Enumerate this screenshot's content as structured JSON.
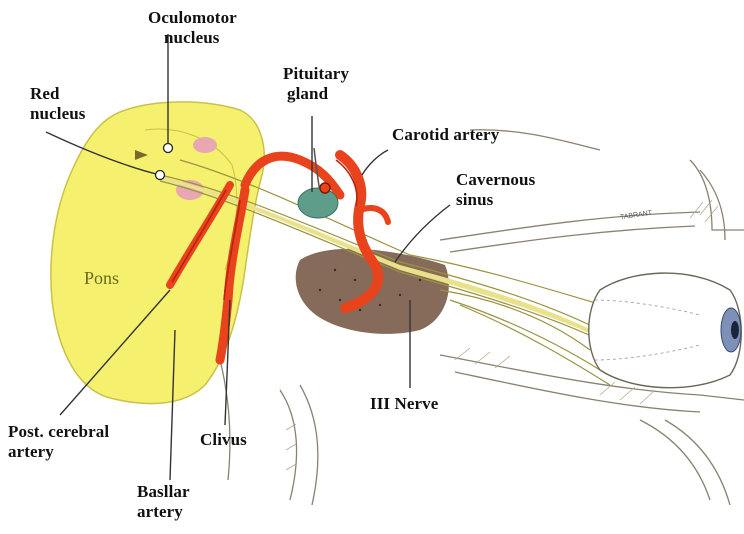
{
  "figure": {
    "labels": {
      "oculomotor_nucleus": [
        "Oculomotor",
        "nucleus"
      ],
      "red_nucleus": [
        "Red",
        "nucleus"
      ],
      "pituitary_gland": [
        "Pituitary",
        "gland"
      ],
      "carotid_artery": "Carotid artery",
      "cavernous_sinus": [
        "Cavernous",
        "sinus"
      ],
      "pons": "Pons",
      "post_cerebral_artery": [
        "Post. cerebral",
        "artery"
      ],
      "clivus": "Clivus",
      "basilar_artery": [
        "Basllar",
        "artery"
      ],
      "iii_nerve": "III Nerve",
      "orbital_roof": "TABRANT"
    },
    "colors": {
      "pons": "#f5f06e",
      "artery": "#e8431c",
      "artery_dark": "#b7240e",
      "nerve": "#e9e28a",
      "pituitary": "#5e9d8a",
      "sinus": "#6b4a36",
      "line_art": "#8b8170"
    }
  }
}
